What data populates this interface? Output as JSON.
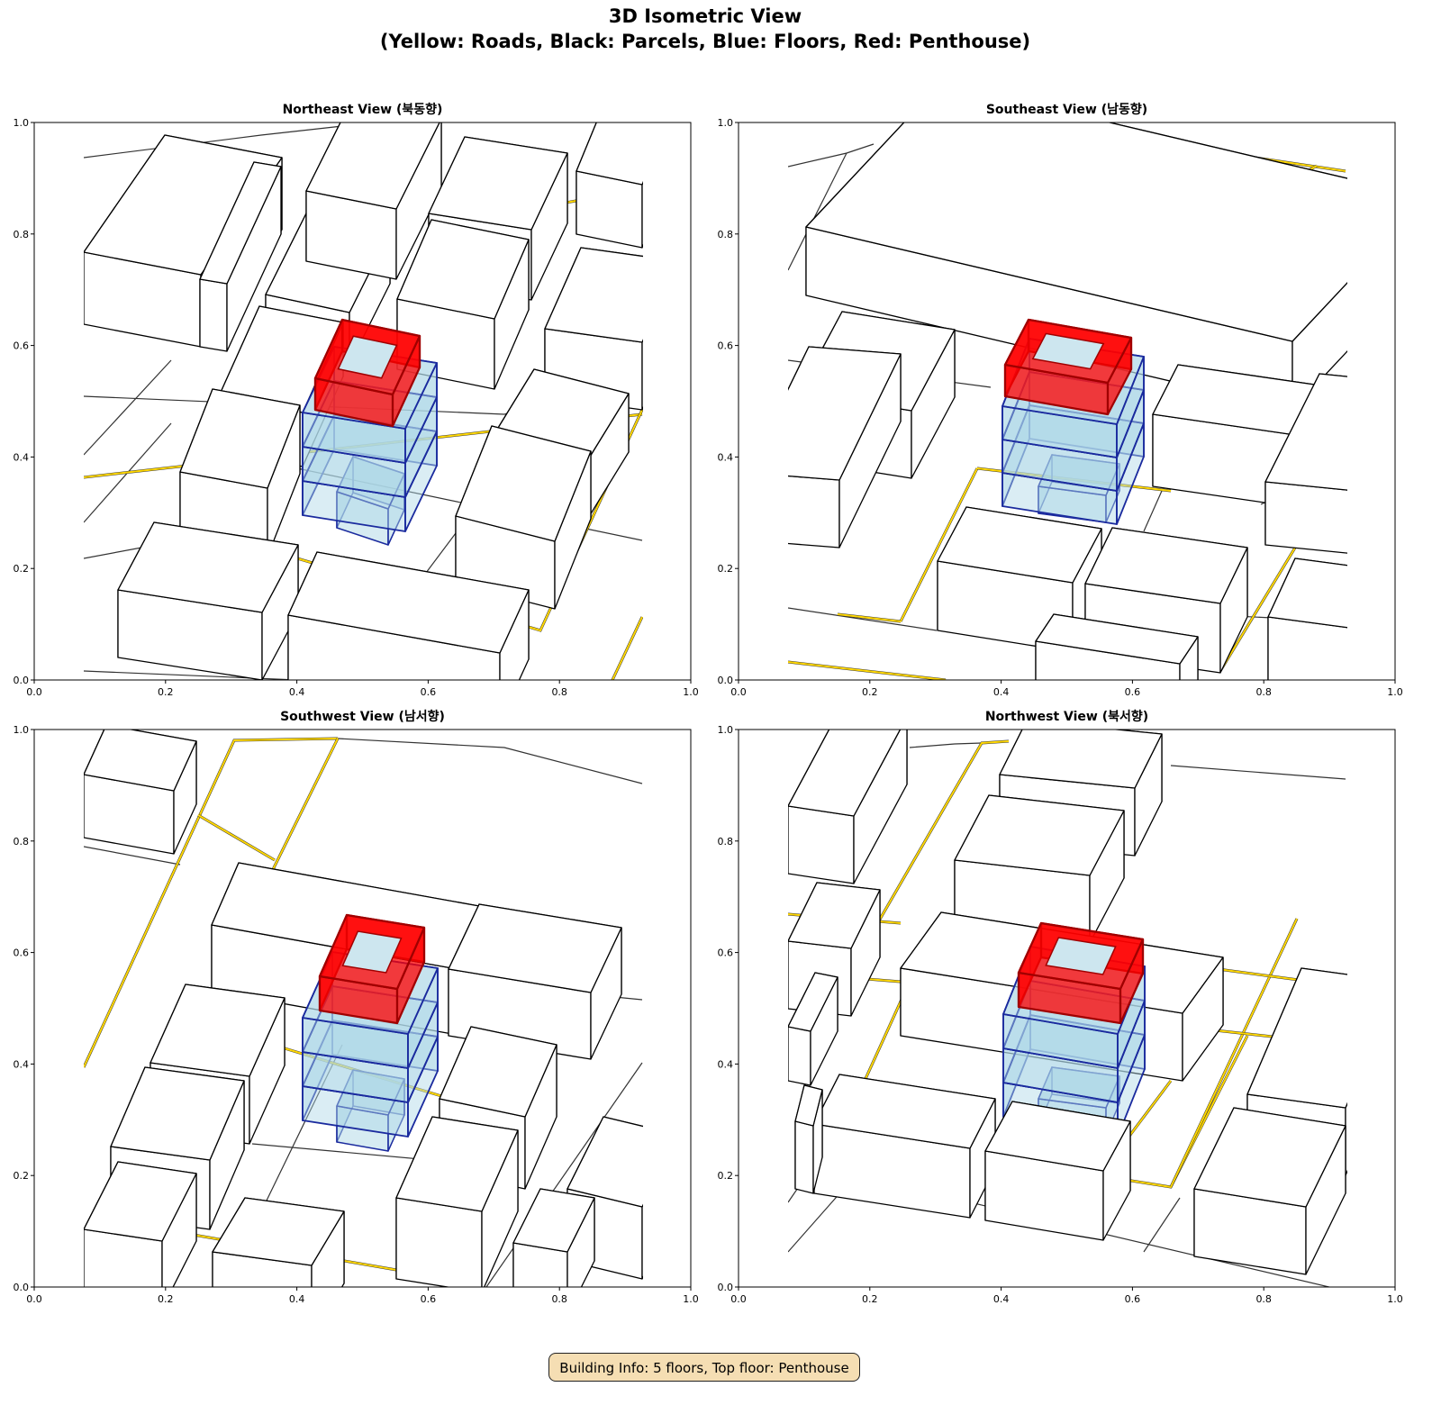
{
  "figure": {
    "title": "3D Isometric View",
    "subtitle": "(Yellow: Roads, Black: Parcels, Blue: Floors, Red: Penthouse)",
    "footer": "Building Info: 5 floors, Top floor: Penthouse"
  },
  "panels": [
    {
      "title": "Northeast View (북동향)"
    },
    {
      "title": "Southeast View (남동향)"
    },
    {
      "title": "Southwest View (남서향)"
    },
    {
      "title": "Northwest View (북서향)"
    }
  ],
  "ticks": [
    "0.0",
    "0.2",
    "0.4",
    "0.6",
    "0.8",
    "1.0"
  ],
  "building": {
    "floors": 5,
    "top_floor": "Penthouse"
  },
  "colors": {
    "roads": "#ffd700",
    "parcels": "#000000",
    "floors": "#add8e6",
    "floor_edges": "#1a2a9e",
    "penthouse": "#ff0000",
    "footer_bg": "#f5deb3"
  }
}
